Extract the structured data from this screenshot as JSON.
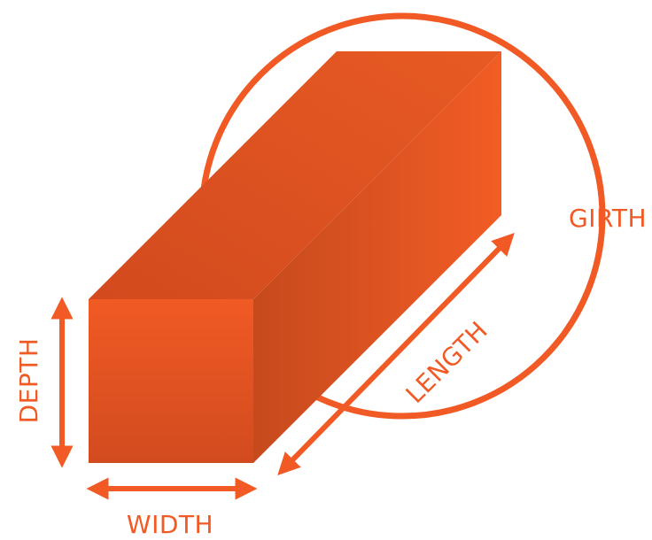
{
  "labels": {
    "girth": "GIRTH",
    "length": "LENGTH",
    "depth": "DEPTH",
    "width": "WIDTH"
  },
  "colors": {
    "accent": "#F15A24",
    "box_front_top": "#F05A24",
    "box_front_bottom": "#D24B1F",
    "box_top_light": "#E85A23",
    "box_top_dark": "#D24A1E",
    "box_side_light": "#F25C25",
    "box_side_dark": "#C64A1D",
    "background": "#FFFFFF"
  }
}
